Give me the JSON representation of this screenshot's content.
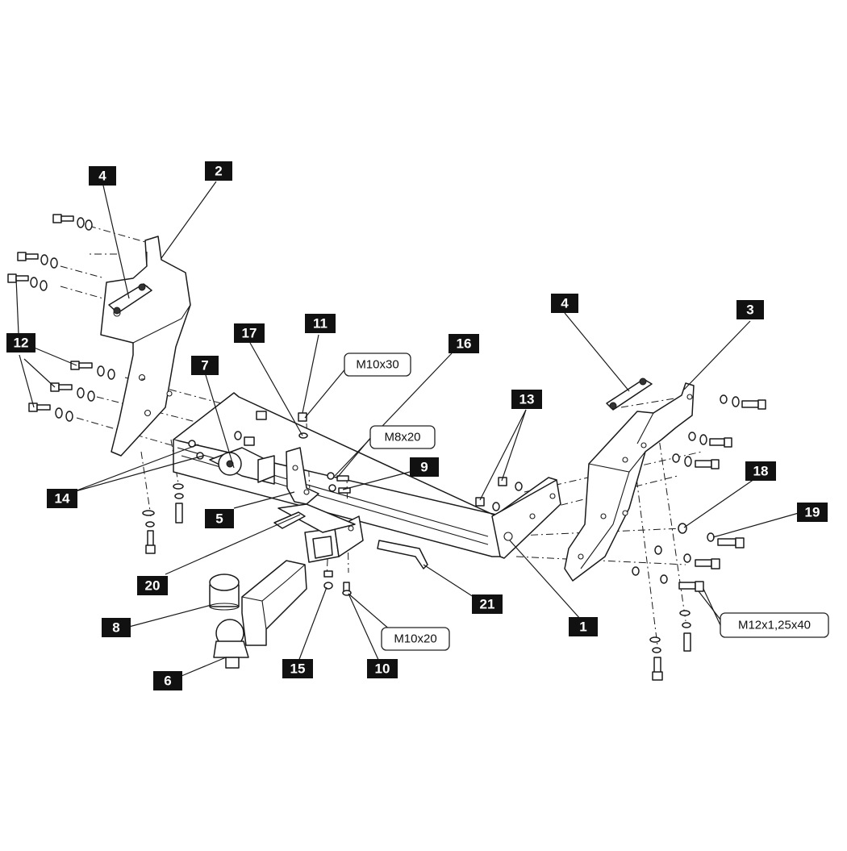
{
  "diagram": {
    "callouts": [
      {
        "id": "4a",
        "label": "4"
      },
      {
        "id": "2",
        "label": "2"
      },
      {
        "id": "12",
        "label": "12"
      },
      {
        "id": "7",
        "label": "7"
      },
      {
        "id": "17",
        "label": "17"
      },
      {
        "id": "11",
        "label": "11"
      },
      {
        "id": "16",
        "label": "16"
      },
      {
        "id": "13",
        "label": "13"
      },
      {
        "id": "4b",
        "label": "4"
      },
      {
        "id": "3",
        "label": "3"
      },
      {
        "id": "9",
        "label": "9"
      },
      {
        "id": "14",
        "label": "14"
      },
      {
        "id": "5",
        "label": "5"
      },
      {
        "id": "18",
        "label": "18"
      },
      {
        "id": "19",
        "label": "19"
      },
      {
        "id": "20",
        "label": "20"
      },
      {
        "id": "21",
        "label": "21"
      },
      {
        "id": "1",
        "label": "1"
      },
      {
        "id": "8",
        "label": "8"
      },
      {
        "id": "15",
        "label": "15"
      },
      {
        "id": "10",
        "label": "10"
      },
      {
        "id": "6",
        "label": "6"
      }
    ],
    "specs": [
      {
        "id": "m10x30",
        "label": "M10x30"
      },
      {
        "id": "m8x20",
        "label": "M8x20"
      },
      {
        "id": "m10x20",
        "label": "M10x20"
      },
      {
        "id": "m12x125x40",
        "label": "M12x1,25x40"
      }
    ],
    "colors": {
      "badge": "#111111",
      "badge_text": "#ffffff",
      "line": "#1a1a1a"
    }
  }
}
